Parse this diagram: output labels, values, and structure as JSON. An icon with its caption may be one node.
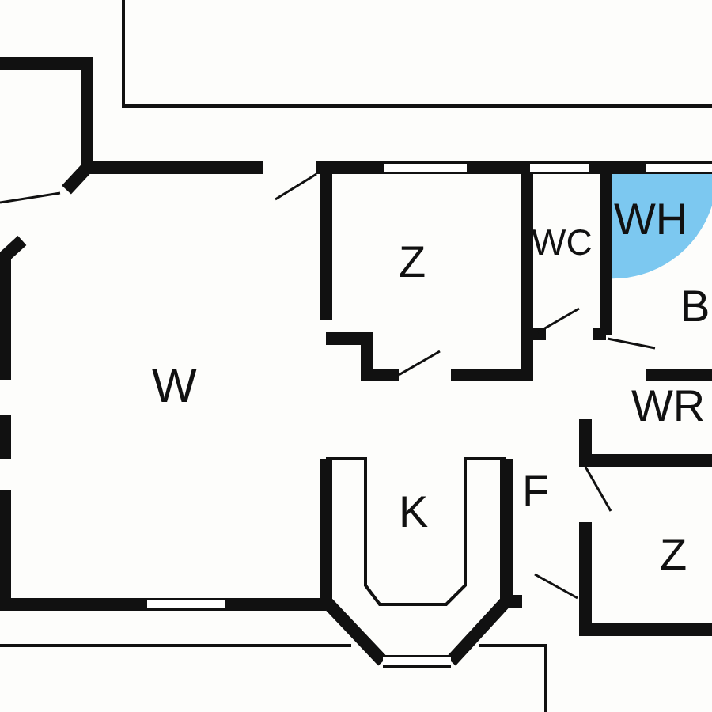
{
  "diagram": {
    "labels": [
      "WH",
      "WC",
      "Z",
      "B",
      "W",
      "WR",
      "F",
      "K",
      "Z"
    ]
  }
}
